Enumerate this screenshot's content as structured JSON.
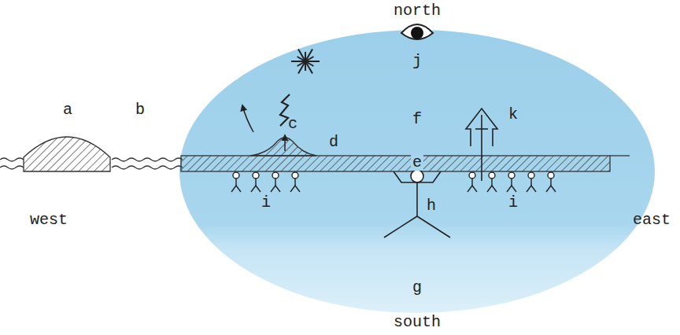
{
  "diagram": {
    "labels": [
      "north",
      "j",
      "a",
      "b",
      "c",
      "f",
      "k",
      "d",
      "e",
      "west",
      "east",
      "i",
      "h",
      "i",
      "g",
      "south"
    ]
  }
}
